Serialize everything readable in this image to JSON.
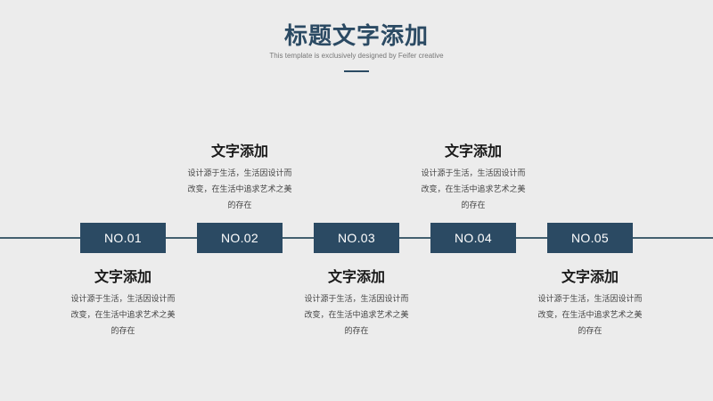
{
  "title": "标题文字添加",
  "subtitle": "This template is exclusively designed by Feifer creative",
  "steps": [
    {
      "label": "NO.01",
      "heading": "文字添加",
      "text": "设计源于生活，生活因设计而改变，在生活中追求艺术之美的存在"
    },
    {
      "label": "NO.02",
      "heading": "文字添加",
      "text": "设计源于生活，生活因设计而改变，在生活中追求艺术之美的存在"
    },
    {
      "label": "NO.03",
      "heading": "文字添加",
      "text": "设计源于生活，生活因设计而改变，在生活中追求艺术之美的存在"
    },
    {
      "label": "NO.04",
      "heading": "文字添加",
      "text": "设计源于生活，生活因设计而改变，在生活中追求艺术之美的存在"
    },
    {
      "label": "NO.05",
      "heading": "文字添加",
      "text": "设计源于生活，生活因设计而改变，在生活中追求艺术之美的存在"
    }
  ],
  "colors": {
    "accent": "#2b4a63",
    "background": "#ececec",
    "line": "#44606f"
  }
}
